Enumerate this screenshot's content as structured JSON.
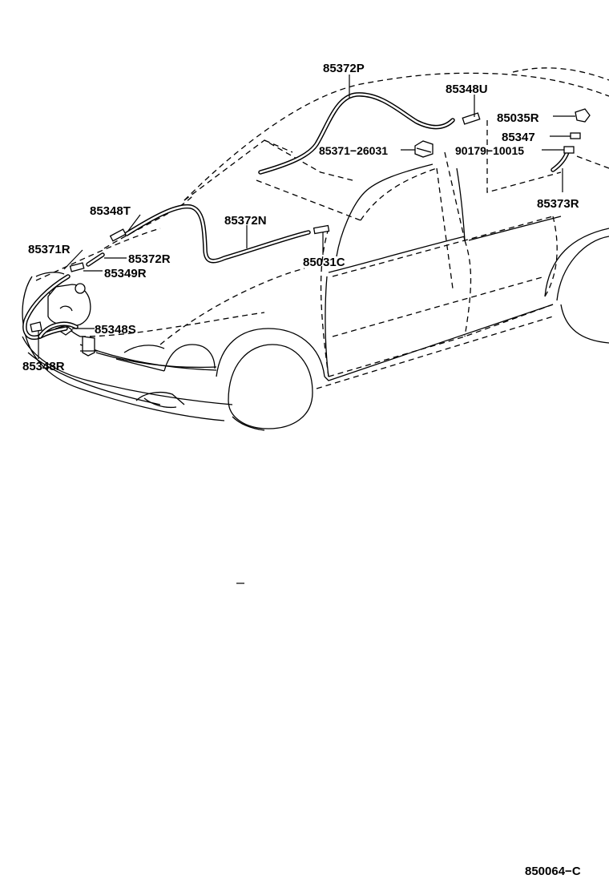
{
  "diagram": {
    "labels": {
      "p85372P": "85372P",
      "p85348U": "85348U",
      "p85035R": "85035R",
      "p85347": "85347",
      "p90179": "90179−10015",
      "p85373R": "85373R",
      "p85371_26031": "85371−26031",
      "p85348T": "85348T",
      "p85372N": "85372N",
      "p85371R": "85371R",
      "p85372R": "85372R",
      "p85349R": "85349R",
      "p85031C": "85031C",
      "p85348S": "85348S",
      "p85348R": "85348R"
    },
    "reference_code": "850064−C"
  }
}
